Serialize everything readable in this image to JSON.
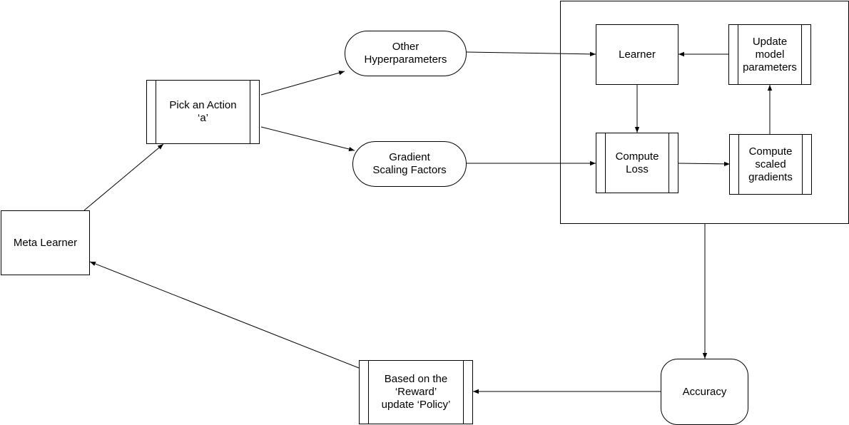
{
  "diagram": {
    "nodes": {
      "meta_learner": "Meta Learner",
      "pick_action": "Pick an Action\n‘a’",
      "other_hyperparameters": "Other\nHyperparameters",
      "gradient_scaling_factors": "Gradient\nScaling Factors",
      "learner": "Learner",
      "update_model_parameters": "Update\nmodel\nparameters",
      "compute_loss": "Compute\nLoss",
      "compute_scaled_gradients": "Compute\nscaled\ngradients",
      "accuracy": "Accuracy",
      "update_policy": "Based on the\n‘Reward’\nupdate ‘Policy’"
    },
    "edges": [
      {
        "from": "meta_learner",
        "to": "pick_action"
      },
      {
        "from": "pick_action",
        "to": "other_hyperparameters"
      },
      {
        "from": "pick_action",
        "to": "gradient_scaling_factors"
      },
      {
        "from": "other_hyperparameters",
        "to": "learner"
      },
      {
        "from": "gradient_scaling_factors",
        "to": "compute_loss"
      },
      {
        "from": "update_model_parameters",
        "to": "learner"
      },
      {
        "from": "learner",
        "to": "compute_loss"
      },
      {
        "from": "compute_loss",
        "to": "compute_scaled_gradients"
      },
      {
        "from": "compute_scaled_gradients",
        "to": "update_model_parameters"
      },
      {
        "from": "training_loop",
        "to": "accuracy"
      },
      {
        "from": "accuracy",
        "to": "update_policy"
      },
      {
        "from": "update_policy",
        "to": "meta_learner"
      }
    ]
  }
}
